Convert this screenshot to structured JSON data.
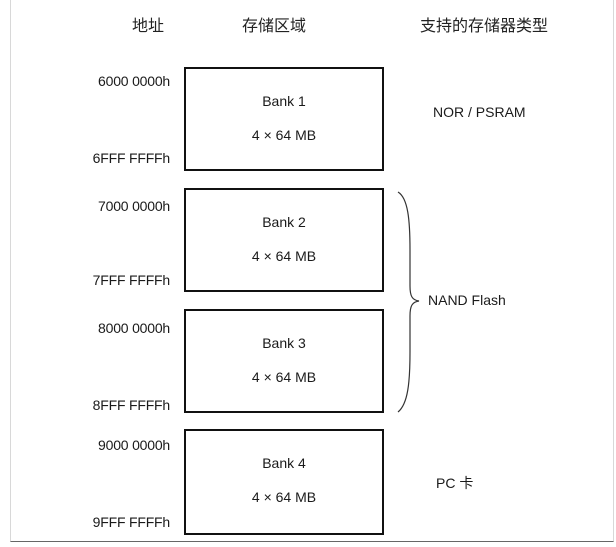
{
  "headers": {
    "address": "地址",
    "region": "存储区域",
    "memory_type": "支持的存储器类型"
  },
  "banks": [
    {
      "name": "Bank 1",
      "size": "4 × 64 MB",
      "start": "6000 0000h",
      "end": "6FFF FFFFh"
    },
    {
      "name": "Bank 2",
      "size": "4 × 64 MB",
      "start": "7000 0000h",
      "end": "7FFF FFFFh"
    },
    {
      "name": "Bank 3",
      "size": "4 × 64 MB",
      "start": "8000 0000h",
      "end": "8FFF FFFFh"
    },
    {
      "name": "Bank 4",
      "size": "4 × 64 MB",
      "start": "9000 0000h",
      "end": "9FFF FFFFh"
    }
  ],
  "memory_types": {
    "bank1": "NOR / PSRAM",
    "bank23": "NAND Flash",
    "bank4": "PC 卡"
  }
}
